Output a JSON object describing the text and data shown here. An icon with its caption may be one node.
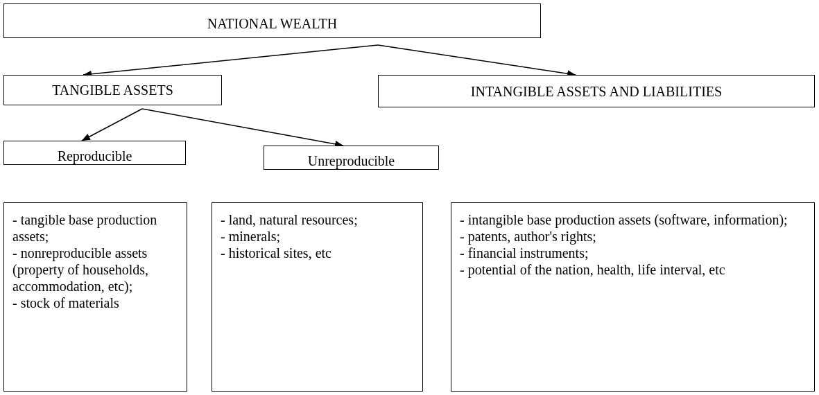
{
  "diagram": {
    "nodes": [
      {
        "text": [
          "NATIONAL WEALTH"
        ]
      },
      {
        "text": [
          "TANGIBLE ASSETS"
        ]
      },
      {
        "text": [
          "INTANGIBLE ASSETS AND LIABILITIES"
        ]
      },
      {
        "text": [
          "Reproducible"
        ]
      },
      {
        "text": [
          "Unreproducible"
        ]
      },
      {
        "text": [
          "- tangible base production assets;",
          "- nonreproducible assets (property of households, accommodation, etc);",
          "- stock of materials"
        ]
      },
      {
        "text": [
          "- land, natural resources;",
          "- minerals;",
          "- historical sites, etc"
        ]
      },
      {
        "text": [
          "- intangible base production assets (software, information);",
          "- patents, author's rights;",
          "- financial instruments;",
          "- potential of the nation, health, life interval, etc"
        ]
      }
    ],
    "edges": [
      {
        "from": 0,
        "to": 1,
        "arrow": "to"
      },
      {
        "from": 0,
        "to": 2,
        "arrow": "to"
      },
      {
        "from": 1,
        "to": 3,
        "arrow": "to"
      },
      {
        "from": 1,
        "to": 4,
        "arrow": "to"
      }
    ]
  }
}
